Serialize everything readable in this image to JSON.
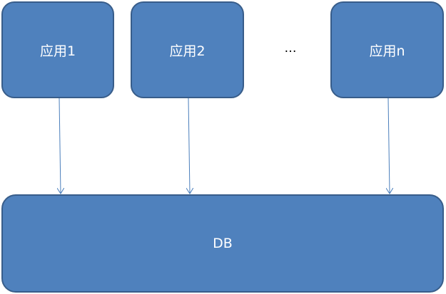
{
  "diagram": {
    "nodes": {
      "app1": "应用1",
      "app2": "应用2",
      "appn": "应用n",
      "db": "DB"
    },
    "ellipsis": "…",
    "edges": [
      {
        "from": "app1",
        "to": "db"
      },
      {
        "from": "app2",
        "to": "db"
      },
      {
        "from": "appn",
        "to": "db"
      }
    ],
    "colors": {
      "node_fill": "#4f81bd",
      "node_border": "#385d8a",
      "arrow": "#4a7ebb",
      "text": "#ffffff"
    }
  }
}
